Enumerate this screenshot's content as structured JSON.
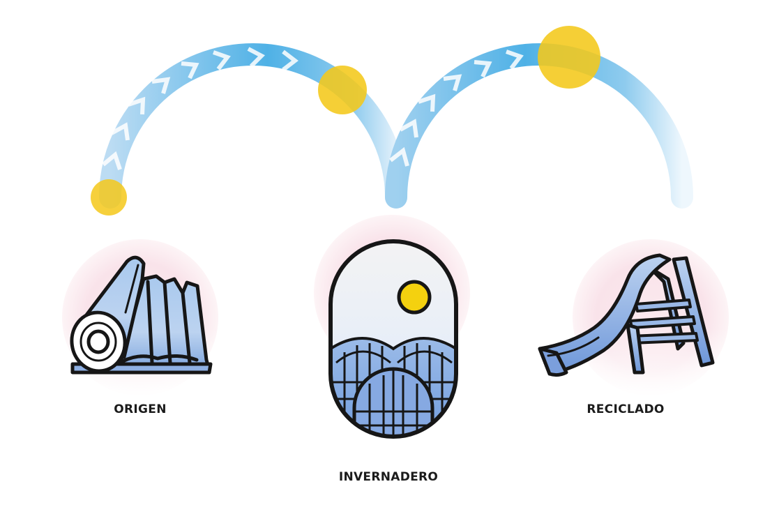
{
  "colors": {
    "arc_blue": "#4fb1e6",
    "arc_light": "#cfe6f7",
    "sun_yellow": "#f4c81a",
    "glow_pink": "#f8dfe6",
    "ink": "#161616",
    "fill_blue": "#8fb6e6"
  },
  "stages": [
    {
      "label": "ORIGEN",
      "icon": "plastic-roll-icon"
    },
    {
      "label": "INVERNADERO",
      "icon": "greenhouse-icon"
    },
    {
      "label": "RECICLADO",
      "icon": "playground-slide-icon"
    }
  ]
}
